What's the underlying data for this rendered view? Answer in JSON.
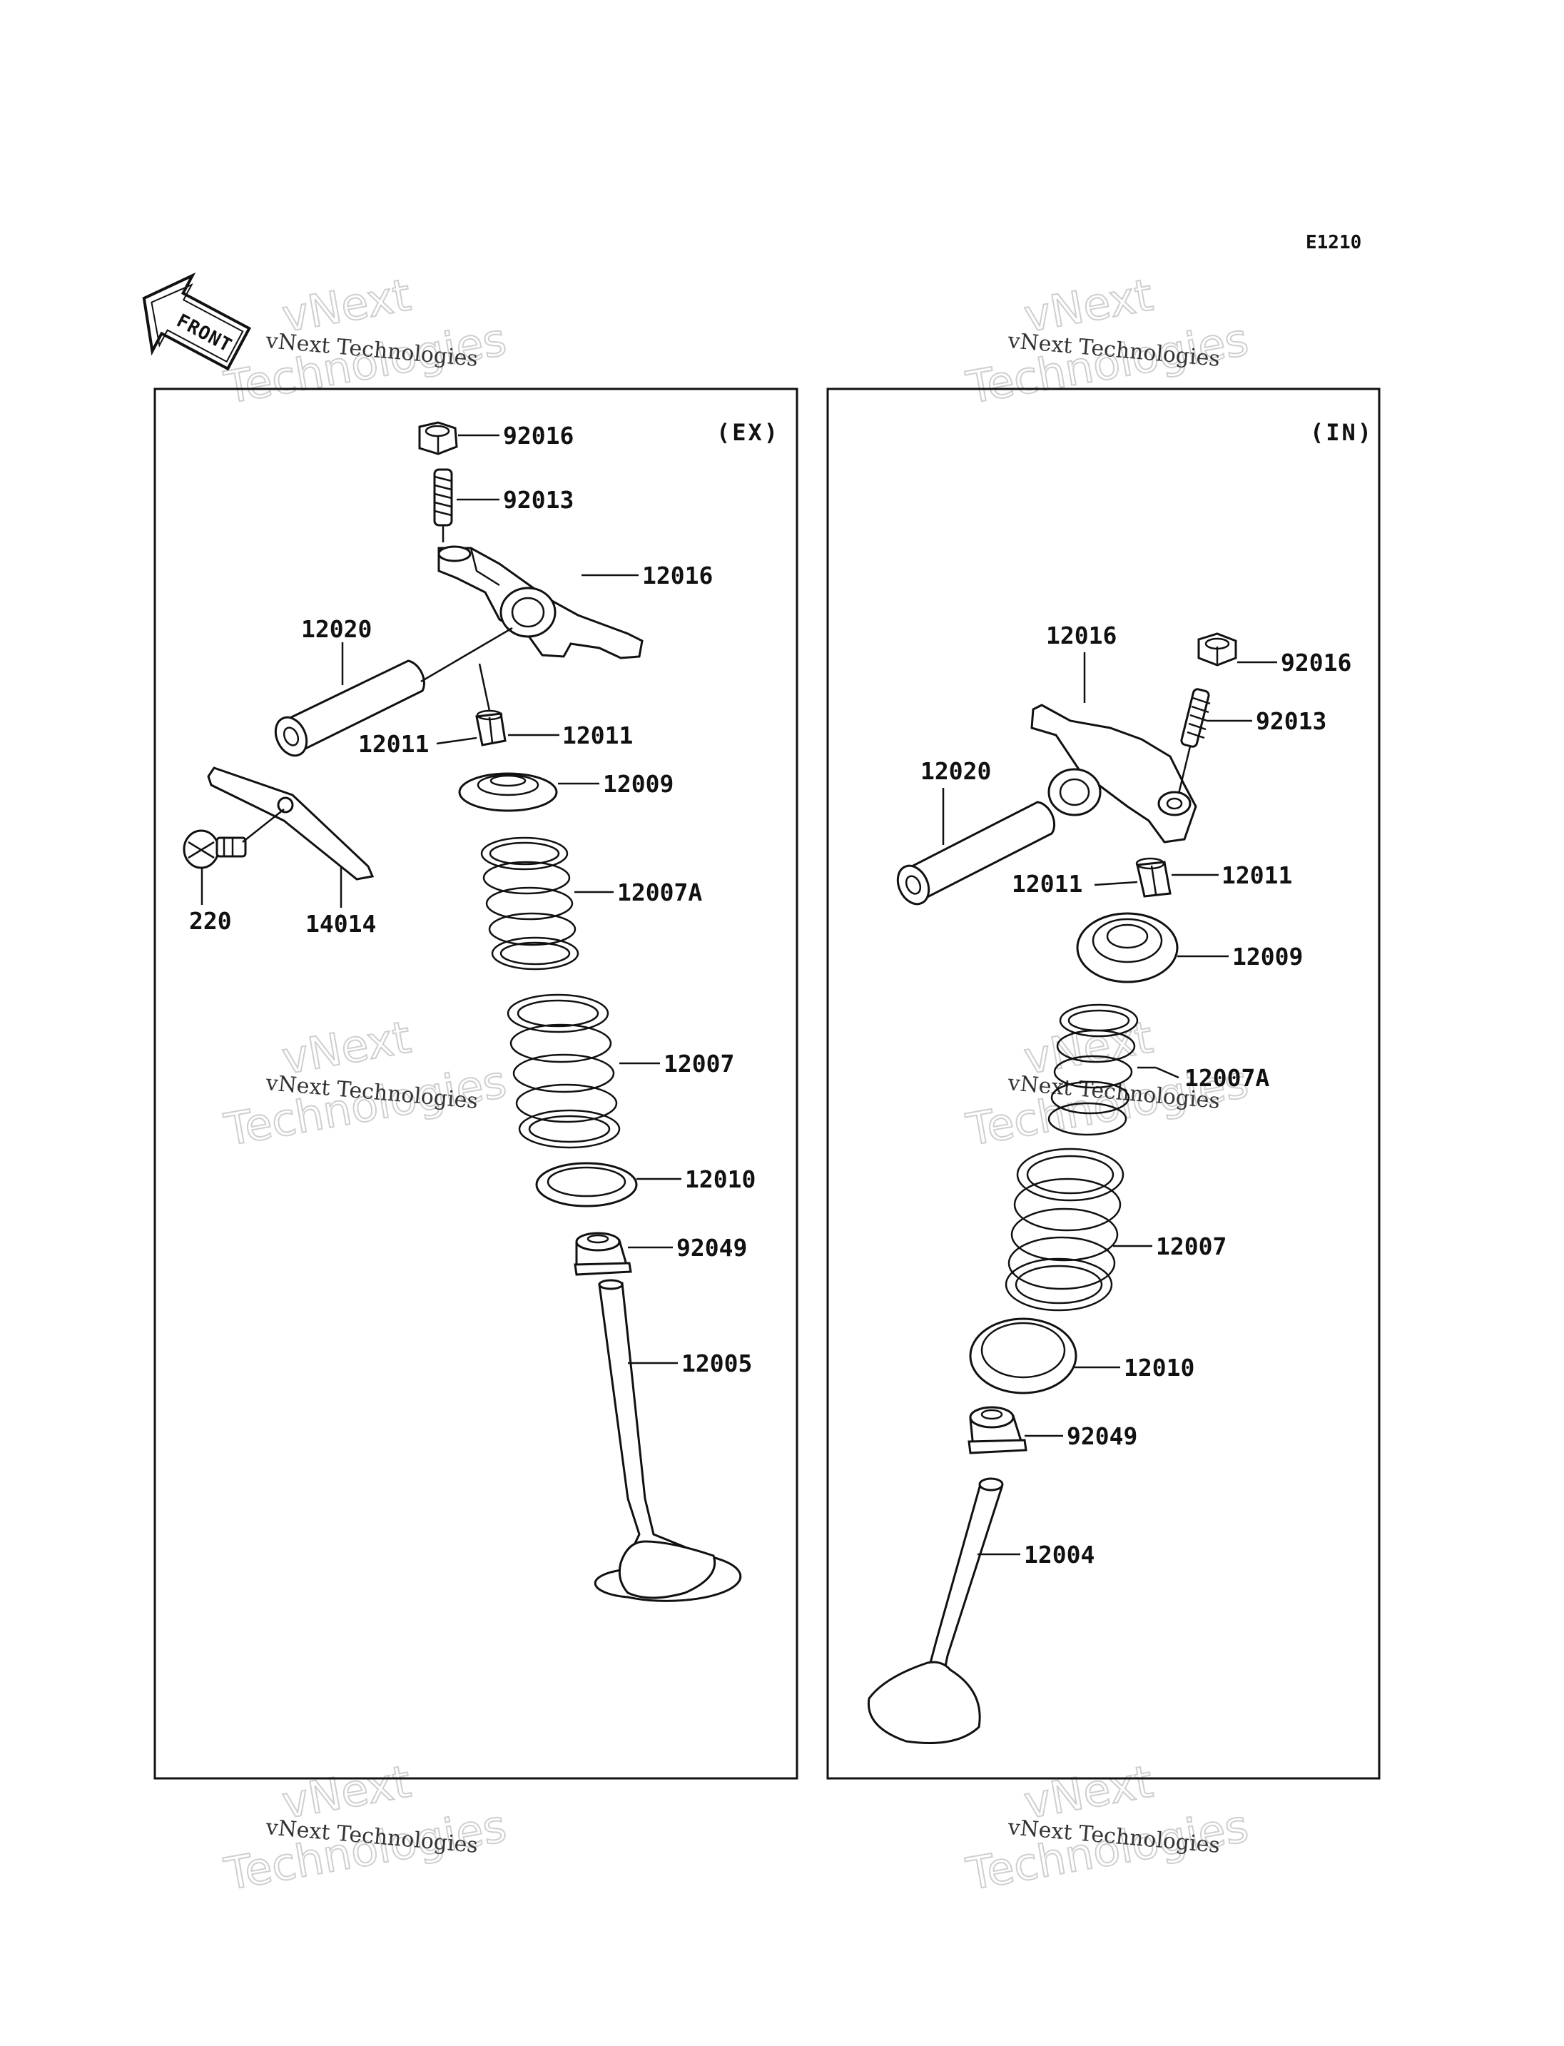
{
  "diagram_code": "E1210",
  "front_label": "FRONT",
  "watermark": {
    "line1": "vNext Technologies",
    "line2a": "vNext",
    "line2b": "Technologies"
  },
  "panels": {
    "ex": {
      "tag": "(EX)",
      "callouts": {
        "nut": "92016",
        "screw": "92013",
        "arm": "12016",
        "shaft": "12020",
        "cotter_left": "12011",
        "cotter_right": "12011",
        "retainer": "12009",
        "spring_inner": "12007A",
        "spring_outer": "12007",
        "seat": "12010",
        "seal": "92049",
        "valve": "12005",
        "bolt": "220",
        "plate": "14014"
      }
    },
    "in": {
      "tag": "(IN)",
      "callouts": {
        "arm": "12016",
        "nut": "92016",
        "screw": "92013",
        "shaft": "12020",
        "cotter_left": "12011",
        "cotter_right": "12011",
        "retainer": "12009",
        "spring_inner": "12007A",
        "spring_outer": "12007",
        "seat": "12010",
        "seal": "92049",
        "valve": "12004"
      }
    }
  }
}
